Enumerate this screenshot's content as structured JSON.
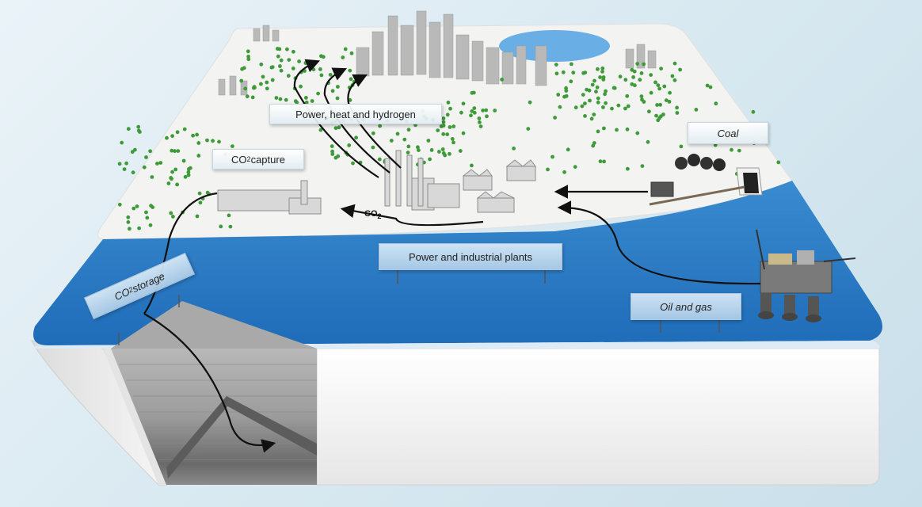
{
  "labels": {
    "power_heat_hydrogen": "Power, heat and hydrogen",
    "co2_capture_main": "CO",
    "co2_capture_sub": "2",
    "co2_capture_rest": " capture",
    "coal": "Coal",
    "co2_flow_main": "CO",
    "co2_flow_sub": "2",
    "power_industrial": "Power and industrial plants",
    "co2_storage_main": "CO",
    "co2_storage_sub": "2",
    "co2_storage_rest": " storage",
    "oil_gas": "Oil and gas"
  },
  "colors": {
    "ocean": "#2d7dc8",
    "ocean_light": "#4f9ad8",
    "land": "#f3f4f2",
    "trees": "#3f9a3a",
    "box_side": "#f4f4f4",
    "strata_light": "#c9c9c9",
    "strata_dark": "#6e6e6e",
    "arrow": "#111111"
  },
  "icons": [
    "city-icon",
    "lake-icon",
    "factory-icon",
    "coal-mine-icon",
    "coal-cart-icon",
    "offshore-platform-icon",
    "tree-icon"
  ]
}
